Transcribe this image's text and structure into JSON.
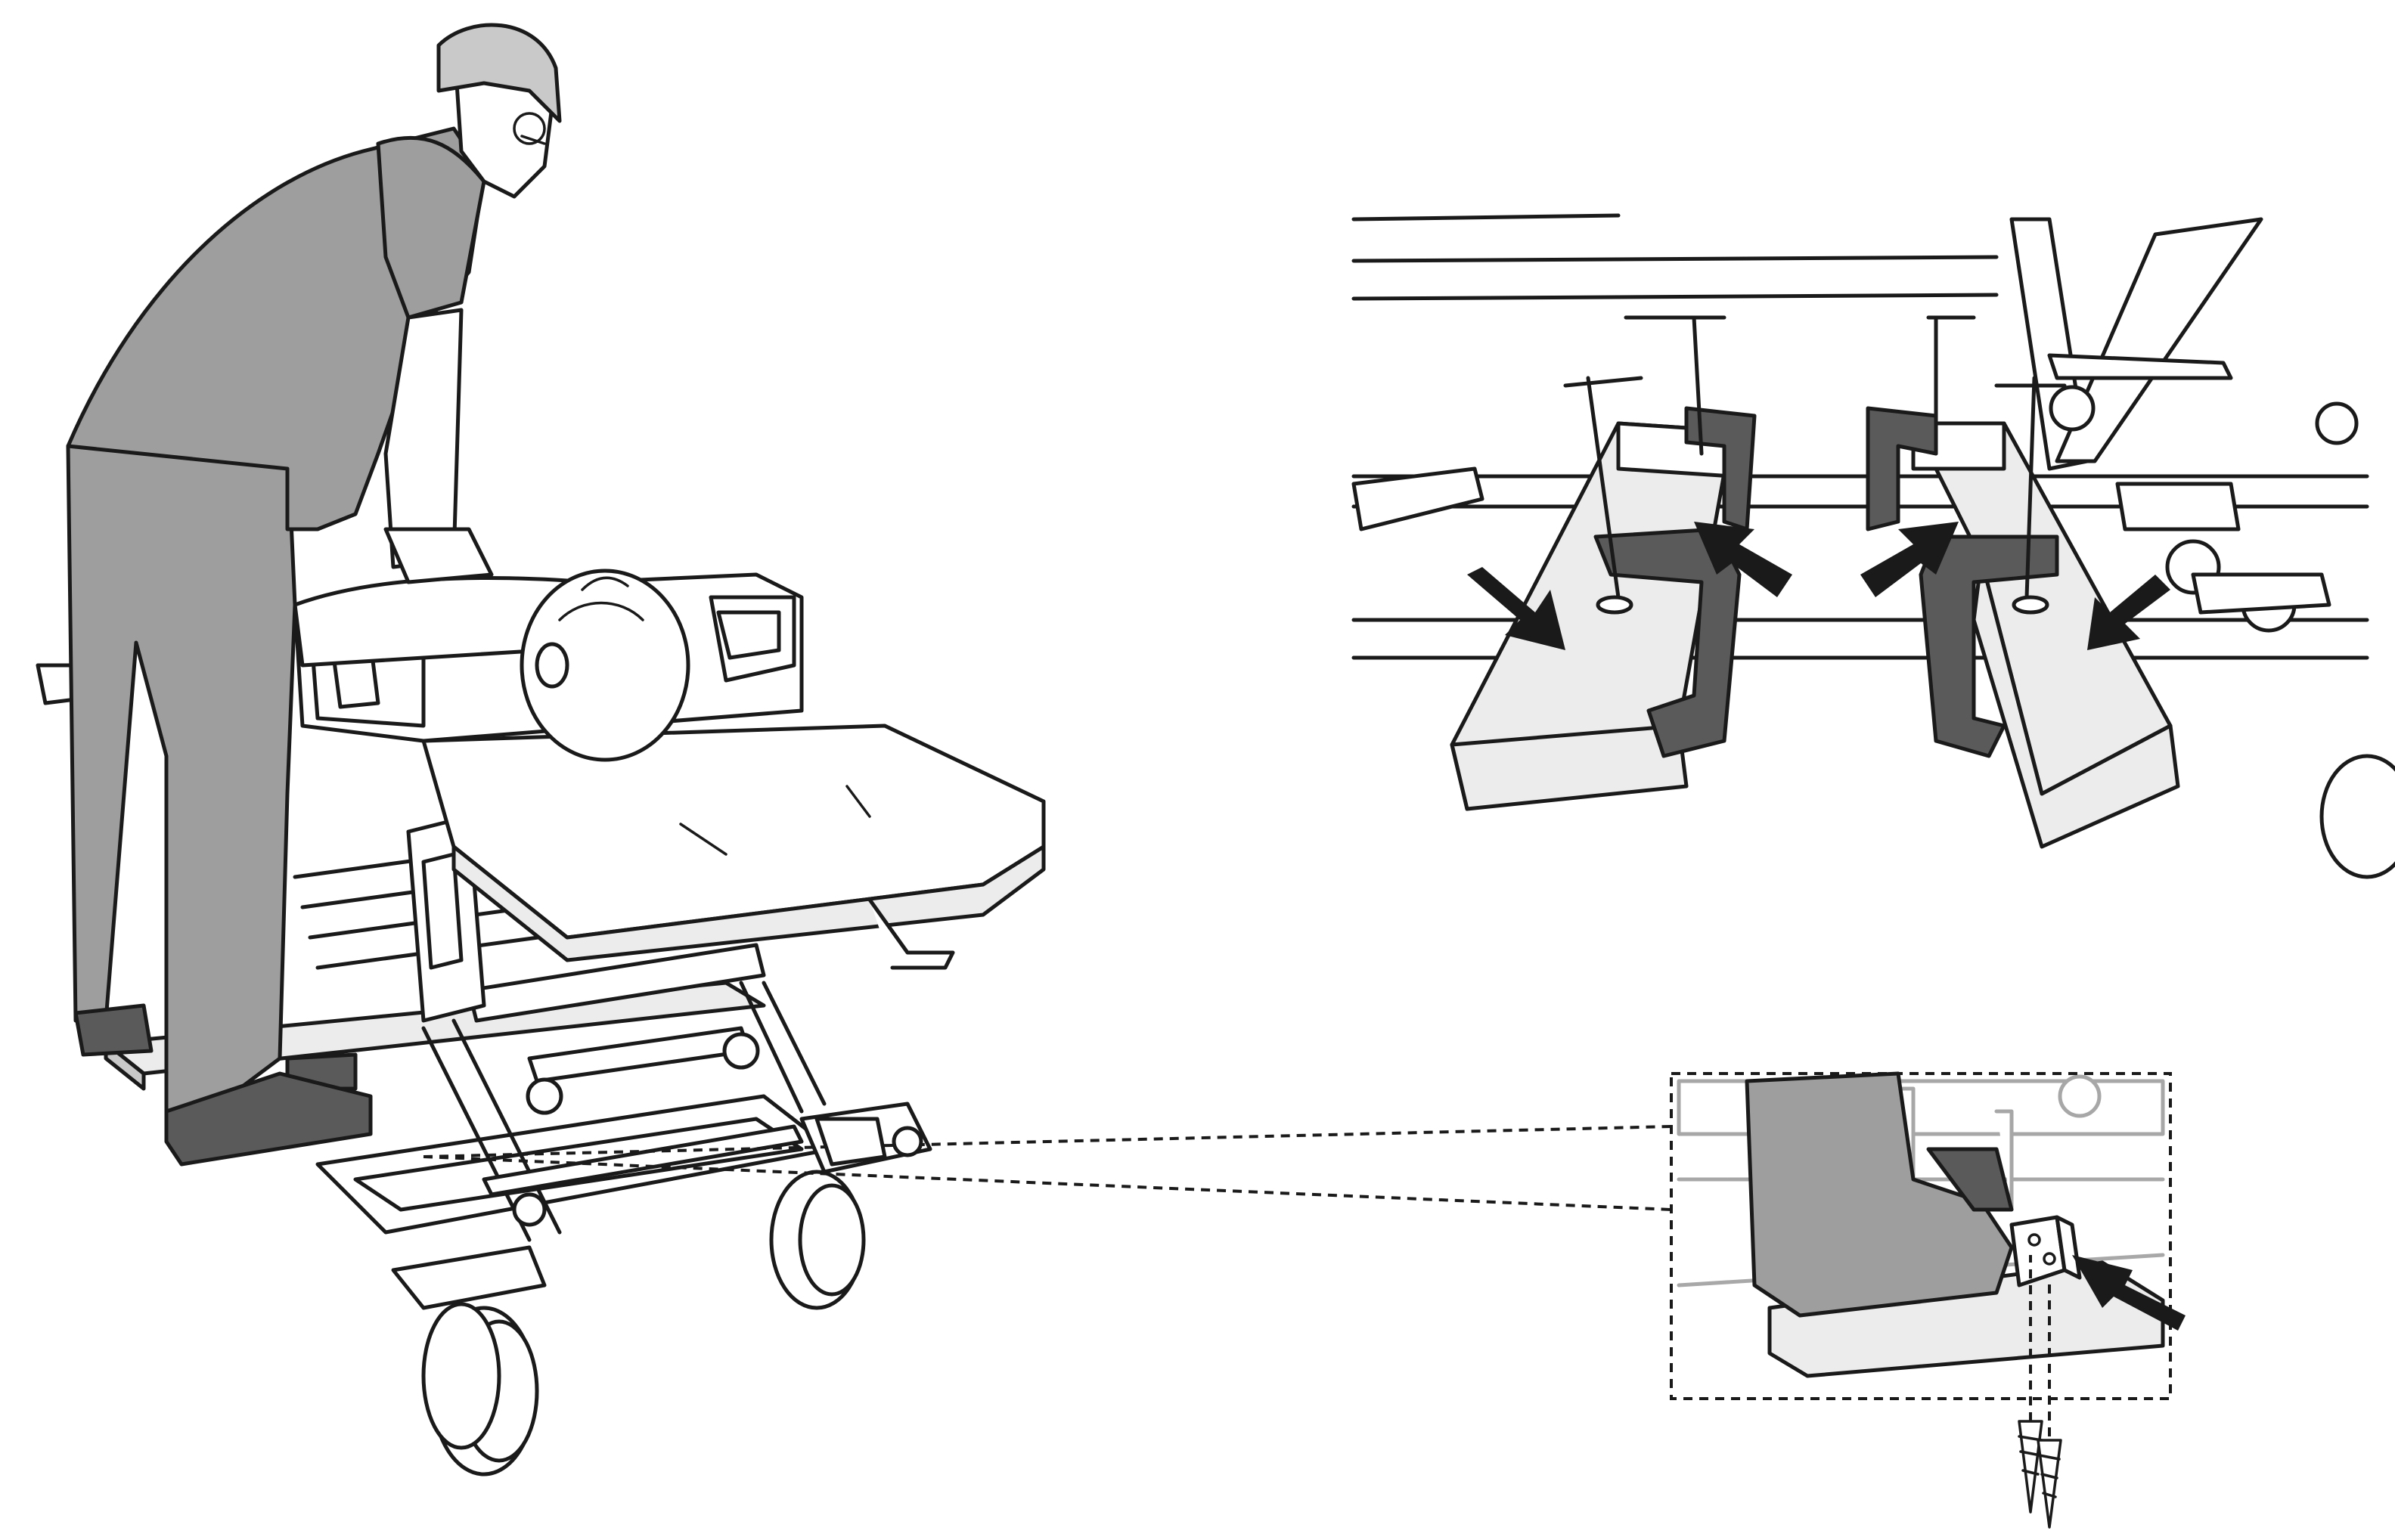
{
  "figure": {
    "panels": [
      "overview",
      "clamp-detail",
      "foot-detail"
    ],
    "colors": {
      "line": "#1a1a1a",
      "clothing": "#9e9e9e",
      "clamp": "#5a5a5a",
      "wood": "#ececec",
      "background": "#ffffff"
    },
    "icons": [
      "arrow-icon",
      "screw-icon"
    ]
  }
}
